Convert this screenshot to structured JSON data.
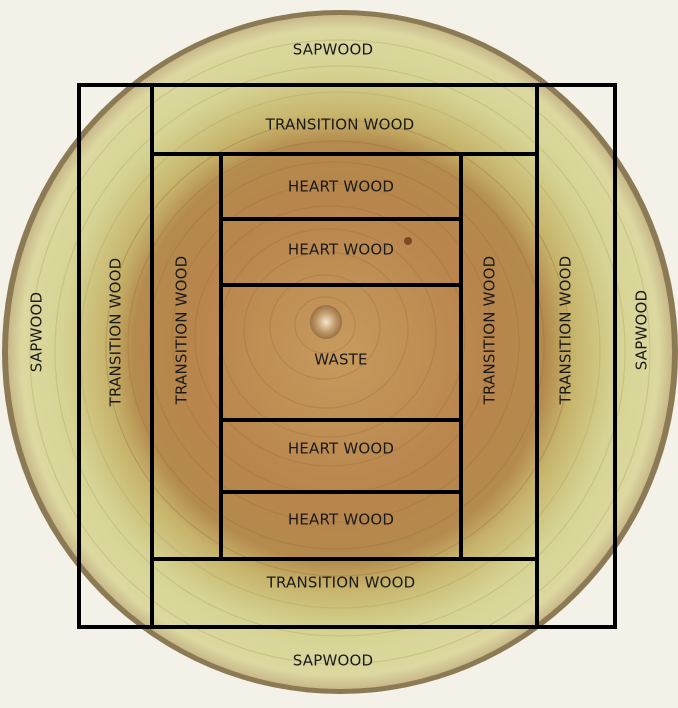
{
  "labels": {
    "sapwood_top": "SAPWOOD",
    "sapwood_bottom": "SAPWOOD",
    "sapwood_left": "SAPWOOD",
    "sapwood_right": "SAPWOOD",
    "transition_top": "TRANSITION WOOD",
    "transition_bottom": "TRANSITION WOOD",
    "transition_outer_left": "TRANSITION WOOD",
    "transition_inner_left": "TRANSITION WOOD",
    "transition_inner_right": "TRANSITION WOOD",
    "transition_outer_right": "TRANSITION WOOD",
    "heart_1": "HEART WOOD",
    "heart_2": "HEART WOOD",
    "heart_3": "HEART WOOD",
    "heart_4": "HEART WOOD",
    "waste": "WASTE"
  },
  "colors": {
    "background": "#f3f1e8",
    "sapwood": "#d9d69a",
    "transition": "#b9a65a",
    "heartwood": "#b58a4f",
    "lines": "#000000"
  }
}
